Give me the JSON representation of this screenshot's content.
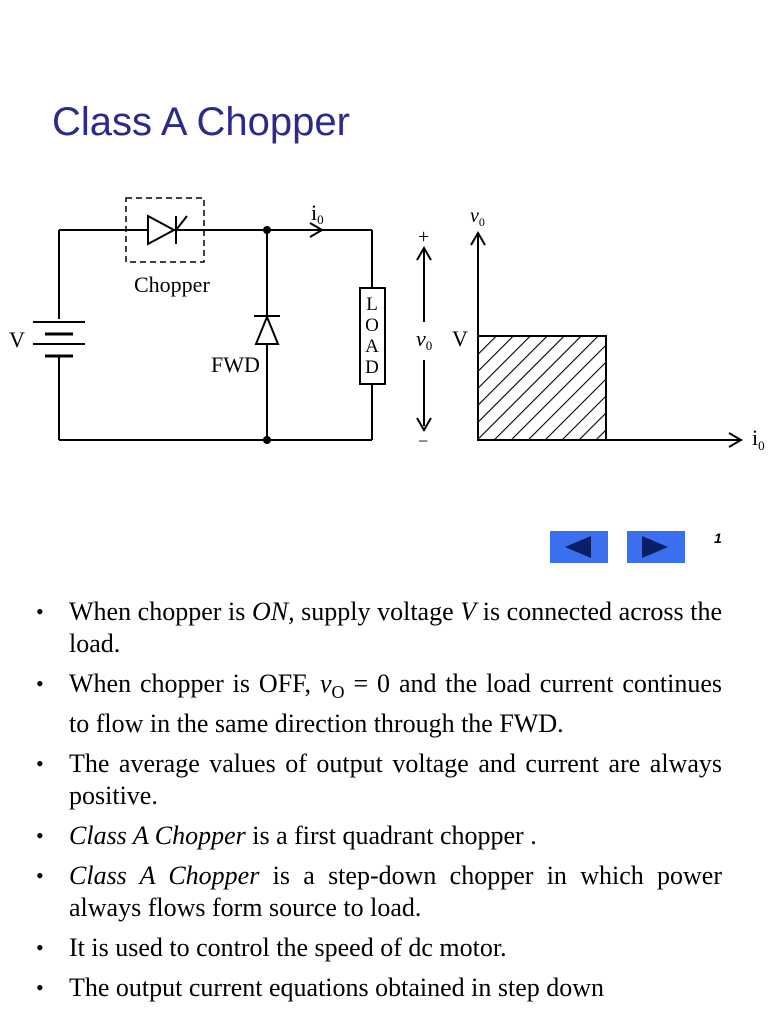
{
  "title": "Class A Chopper",
  "circuit": {
    "chopper_label": "Chopper",
    "source_label": "V",
    "fwd_label": "FWD",
    "current_label": "i",
    "current_sub": "0",
    "load_letters": [
      "L",
      "O",
      "A",
      "D"
    ],
    "vo_label": "v",
    "vo_sub": "0",
    "plus": "+",
    "minus": "−"
  },
  "characteristic": {
    "y_axis_label": "v",
    "y_axis_sub": "0",
    "x_axis_label": "i",
    "x_axis_sub": "0",
    "level_label": "V"
  },
  "nav": {
    "prev_icon": "left-triangle-icon",
    "next_icon": "right-triangle-icon"
  },
  "page_number": "1",
  "colors": {
    "title": "#2b2b8c",
    "nav_button": "#3a6ff0",
    "nav_arrow": "#0a1f66"
  },
  "bullets": [
    {
      "a": "When chopper is ",
      "b": "ON,",
      "c": " supply voltage ",
      "d": "V",
      "e": " is connected across the load."
    },
    {
      "a": "When chopper is OFF, ",
      "b": "v",
      "c": "O",
      "d": " = 0 and the load current continues to flow in the same direction through the FWD."
    },
    {
      "a": "The average values of output voltage and current are always positive."
    },
    {
      "a": "Class A Chopper",
      "b": " is a first quadrant chopper ."
    },
    {
      "a": "Class A Chopper",
      "b": " is a step-down chopper in which power always flows form source to load."
    },
    {
      "a": " It is used to control the speed of dc motor."
    },
    {
      "a": "The output current equations obtained in step down"
    }
  ]
}
